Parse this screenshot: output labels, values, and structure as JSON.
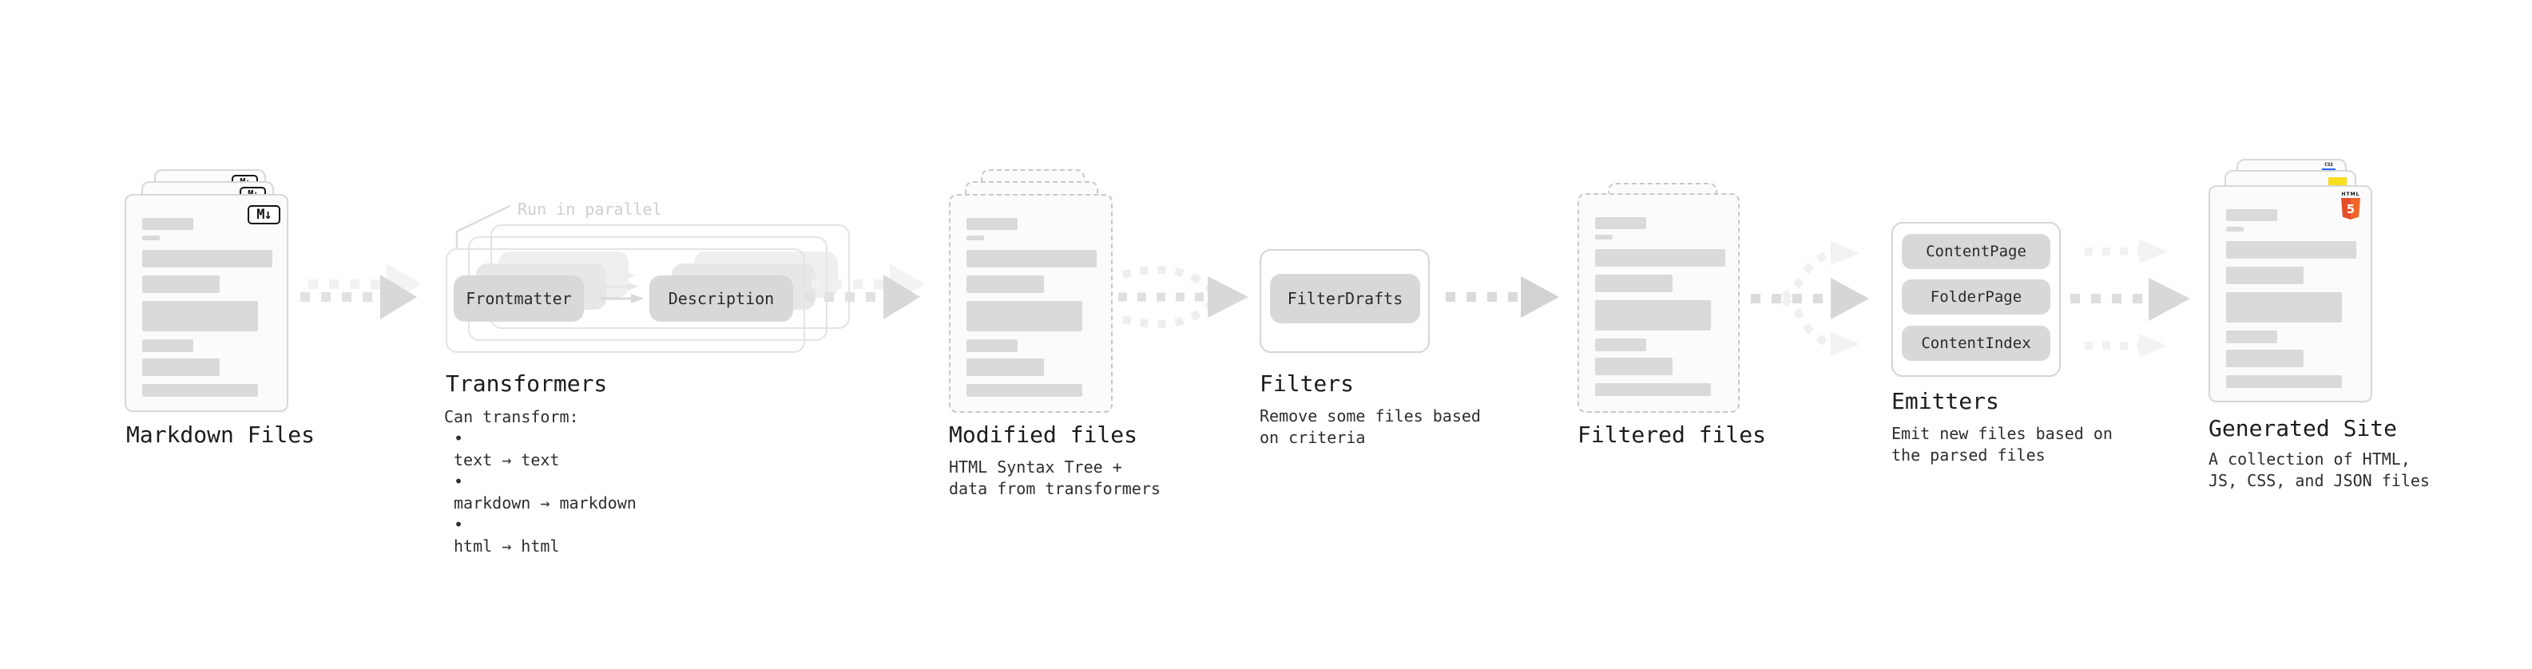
{
  "sections": {
    "markdown_files": {
      "label": "Markdown Files"
    },
    "transformers": {
      "label": "Transformers",
      "parallel_note": "Run in parallel",
      "pill_frontmatter": "Frontmatter",
      "pill_description": "Description",
      "desc_heading": "Can transform:",
      "bullet_char": "•",
      "bullets": [
        "text → text",
        "markdown → markdown",
        "html → html"
      ]
    },
    "modified_files": {
      "label": "Modified files",
      "desc": [
        "HTML Syntax Tree +",
        "data from transformers"
      ]
    },
    "filters": {
      "label": "Filters",
      "pill": "FilterDrafts",
      "desc": [
        "Remove some files based",
        "on criteria"
      ]
    },
    "filtered_files": {
      "label": "Filtered files"
    },
    "emitters": {
      "label": "Emitters",
      "pills": [
        "ContentPage",
        "FolderPage",
        "ContentIndex"
      ],
      "desc": [
        "Emit new files based on",
        "the parsed files"
      ]
    },
    "generated_site": {
      "label": "Generated Site",
      "desc": [
        "A collection of HTML,",
        "JS, CSS, and JSON files"
      ]
    }
  },
  "icons": {
    "markdown_logo": "M↓",
    "html5_logo_text": "HTML",
    "html5_logo_number": "5",
    "css_badge": "CSS"
  },
  "colors": {
    "html5_orange": "#e44d26",
    "js_yellow": "#f7df1e",
    "css_blue": "#2965f1",
    "skeleton_gray": "#dadada",
    "text_ink": "#1c1c1c",
    "faint_gray": "#cfcfcf"
  }
}
